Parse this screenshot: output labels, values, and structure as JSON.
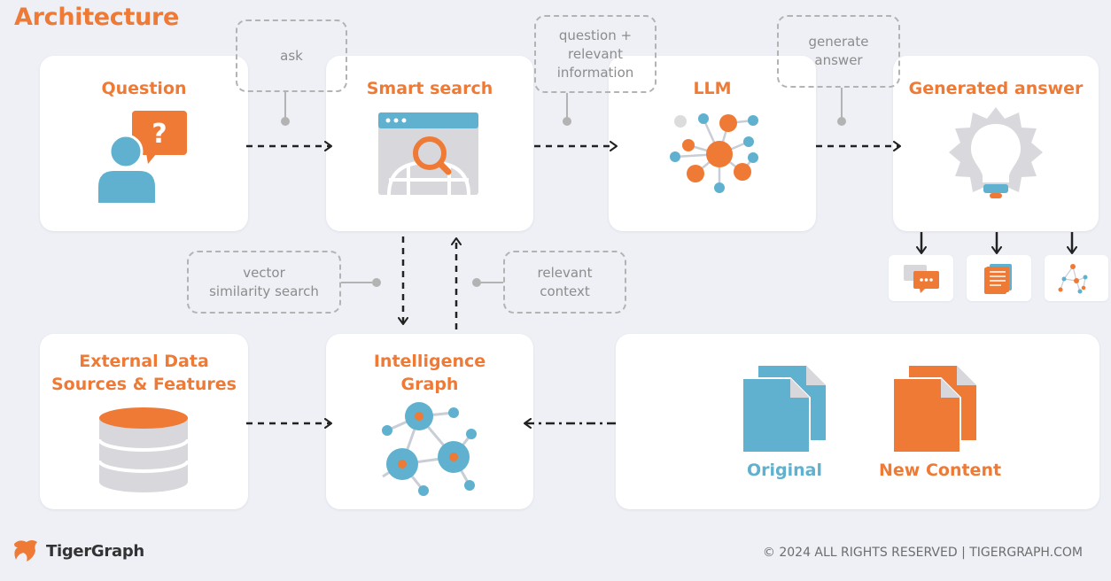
{
  "title": "Architecture",
  "nodes": {
    "question": "Question",
    "smart_search": "Smart search",
    "llm": "LLM",
    "generated_answer": "Generated answer",
    "external_line1": "External Data",
    "external_line2": "Sources & Features",
    "intel_line1": "Intelligence",
    "intel_line2": "Graph",
    "original": "Original",
    "new_content": "New Content"
  },
  "edge_labels": {
    "ask": "ask",
    "question_relevant_1": "question +",
    "question_relevant_2": "relevant",
    "question_relevant_3": "information",
    "generate_1": "generate",
    "generate_2": "answer",
    "vector_1": "vector",
    "vector_2": "similarity search",
    "context_1": "relevant",
    "context_2": "context"
  },
  "footer": {
    "brand": "TigerGraph",
    "copyright": "© 2024 ALL RIGHTS RESERVED  |  TIGERGRAPH.COM"
  },
  "colors": {
    "accent_orange": "#ef7a35",
    "accent_blue": "#5fb1cf",
    "gray": "#cfcfd4",
    "background": "#eef0f6"
  },
  "icons": {
    "question": "person-question-icon",
    "search": "browser-search-icon",
    "llm": "network-icon",
    "answer": "lightbulb-icon",
    "database": "database-icon",
    "graph": "graph-icon",
    "documents": "document-icon"
  }
}
